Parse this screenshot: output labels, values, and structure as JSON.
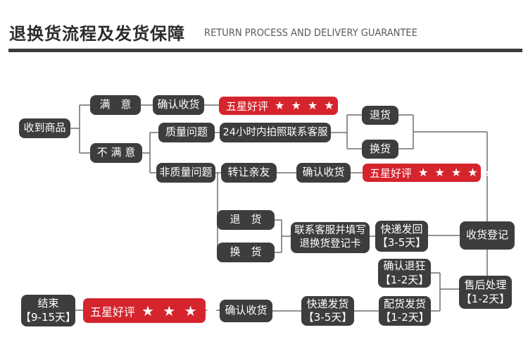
{
  "header": {
    "title_cn": "退换货流程及发货保障",
    "title_en": "RETURN PROCESS AND DELIVERY GUARANTEE"
  },
  "colors": {
    "accent_red": "#d5242d",
    "node_dark": "#3d3d3d",
    "connector_gray": "#6f6f6f",
    "title_black": "#2b2b2b",
    "subtitle_gray": "#58595b"
  },
  "nodes": {
    "received_goods": {
      "label": "收到商品"
    },
    "satisfied": {
      "label": "满　意"
    },
    "confirm_receipt_1": {
      "label": "确认收货"
    },
    "five_star_1": {
      "label": "五星好评",
      "stars": "★ ★ ★ ★ ★"
    },
    "not_satisfied": {
      "label": "不 满 意"
    },
    "quality_issue": {
      "label": "质量问题"
    },
    "contact_24h": {
      "label": "24小时内拍照联系客服"
    },
    "return_top": {
      "label": "退货"
    },
    "exchange_top": {
      "label": "换货"
    },
    "non_quality_issue": {
      "label": "非质量问题"
    },
    "transfer_friends": {
      "label": "转让亲友"
    },
    "confirm_receipt_2": {
      "label": "确认收货"
    },
    "five_star_2": {
      "label": "五星好评",
      "stars": "★ ★ ★ ★ ★"
    },
    "return_mid": {
      "label": "退　货"
    },
    "exchange_mid": {
      "label": "换　货"
    },
    "contact_fill_card": {
      "line1": "联系客服并填写",
      "line2": "退换货登记卡"
    },
    "express_return": {
      "line1": "快递发回",
      "line2": "【3-5天】"
    },
    "receipt_register": {
      "label": "收货登记"
    },
    "confirm_refund": {
      "line1": "确认退狂",
      "line2": "【1-2天】"
    },
    "aftersale_handle": {
      "line1": "售后处理",
      "line2": "【1-2天】"
    },
    "end": {
      "line1": "结束",
      "line2": "【9-15天】"
    },
    "five_star_3": {
      "label": "五星好评",
      "stars": "★ ★ ★ ★ ★"
    },
    "confirm_receipt_3": {
      "label": "确认收货"
    },
    "express_ship": {
      "line1": "快递发货",
      "line2": "【3-5天】"
    },
    "dispatch_ship": {
      "line1": "配货发货",
      "line2": "【1-2天】"
    }
  }
}
